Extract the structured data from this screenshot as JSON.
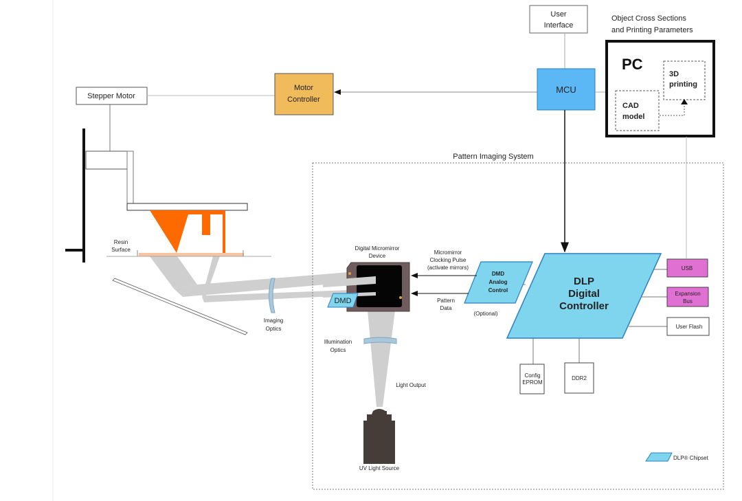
{
  "labels": {
    "stepper_motor": "Stepper Motor",
    "motor_controller": [
      "Motor",
      "Controller"
    ],
    "user_interface": [
      "User",
      "Interface"
    ],
    "mcu": "MCU",
    "pc_caption": [
      "Object Cross Sections",
      "and Printing Parameters"
    ],
    "pc": "PC",
    "printing_3d": [
      "3D",
      "printing"
    ],
    "cad_model": [
      "CAD",
      "model"
    ],
    "pattern_imaging_system": "Pattern Imaging System",
    "dlp_controller": [
      "DLP",
      "Digital",
      "Controller"
    ],
    "usb": "USB",
    "expansion_bus": [
      "Expansion",
      "Bus"
    ],
    "user_flash": "User Flash",
    "config_eprom": [
      "Config",
      "EPROM"
    ],
    "ddr2": "DDR2",
    "dmd_analog_control": [
      "DMD",
      "Analog",
      "Control"
    ],
    "optional": "(Optional)",
    "clocking_pulse": [
      "Micromirror",
      "Clocking Pulse",
      "(activate mirrors)"
    ],
    "pattern_data": [
      "Pattern",
      "Data"
    ],
    "dmd_device": [
      "Digital Micromirror",
      "Device"
    ],
    "dmd": "DMD",
    "resin_surface": [
      "Resin",
      "Surface"
    ],
    "imaging_optics": [
      "Imaging",
      "Optics"
    ],
    "illumination_optics": [
      "Illumination",
      "Optics"
    ],
    "light_output": "Light Output",
    "uv_light_source": "UV Light Source",
    "legend_chipset": "DLP® Chipset"
  },
  "colors": {
    "chipset": "#7fd4ee",
    "chipset_stroke": "#2b7fc0",
    "mcu": "#5bb8f4",
    "motor_controller": "#f0bb5a",
    "usb_expansion": "#e070d2",
    "part": "#ff6a00",
    "resin": "#f8c3a0",
    "dmd_body": "#6e5c5e",
    "uv_source": "#463c38"
  }
}
